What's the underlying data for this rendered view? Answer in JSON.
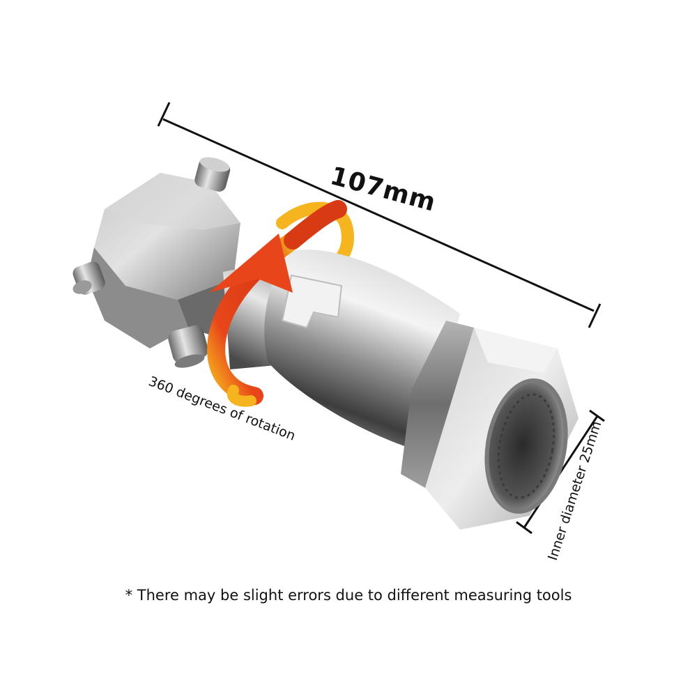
{
  "image": {
    "subject": "stainless-steel-rotary-swivel-nozzle",
    "colors": {
      "background": "#ffffff",
      "steel_light": "#e6e6e6",
      "steel_mid": "#a9a9a9",
      "steel_dark": "#4a4a4a",
      "arrow_orange": "#e8461a",
      "arrow_yellow": "#f6b51e",
      "dimension_line": "#111111"
    }
  },
  "labels": {
    "length": "107mm",
    "rotation": "360 degrees of rotation",
    "inner_diameter": "Inner diameter 25mm",
    "footnote": "* There may be slight errors due to different measuring tools"
  }
}
